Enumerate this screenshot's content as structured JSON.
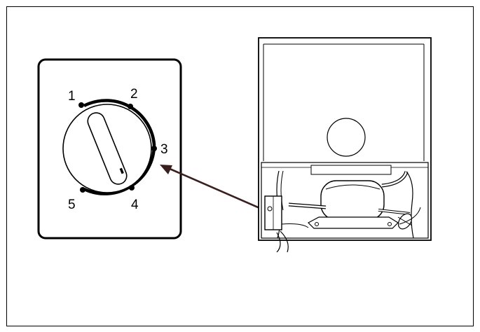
{
  "dial": {
    "positions": [
      "1",
      "2",
      "3",
      "4",
      "5"
    ]
  },
  "colors": {
    "line": "#000000",
    "arrow": "#3a1f1f",
    "background": "#ffffff"
  },
  "icons": [
    "thermostat-dial-icon",
    "refrigerator-compressor-icon",
    "pointer-arrow-icon"
  ]
}
